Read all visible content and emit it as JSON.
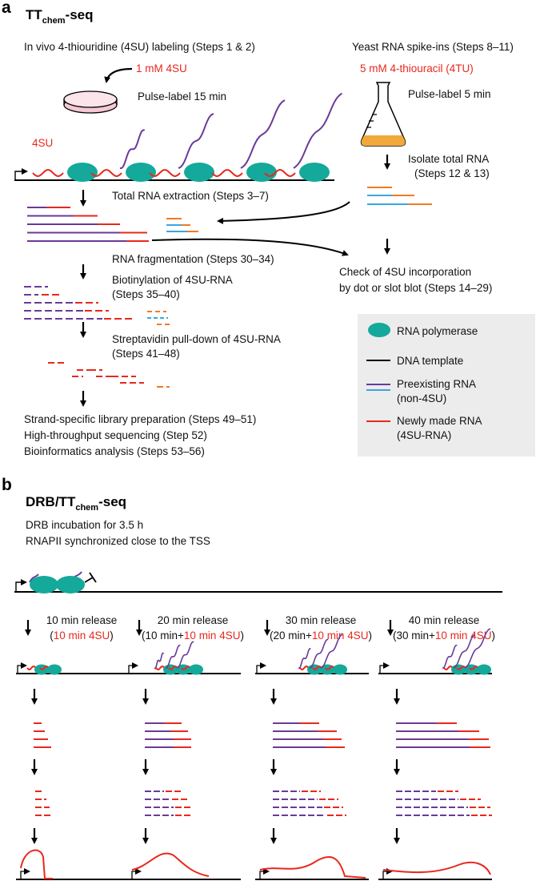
{
  "panel_a": {
    "letter": "a",
    "title_main": "TT",
    "title_sub": "chem",
    "title_suffix": "-seq",
    "left": {
      "heading": "In vivo 4-thiouridine (4SU) labeling (Steps 1 & 2)",
      "dose": "1 mM 4SU",
      "pulse": "Pulse-label 15 min",
      "label_4su": "4SU",
      "extraction": "Total RNA extraction (Steps 3–7)",
      "fragmentation": "RNA fragmentation (Steps 30–34)",
      "biotin_1": "Biotinylation of 4SU-RNA",
      "biotin_2": "(Steps 35–40)",
      "pulldown_1": "Streptavidin pull-down of 4SU-RNA",
      "pulldown_2": "(Steps 41–48)",
      "final_1": "Strand-specific library preparation (Steps 49–51)",
      "final_2": "High-throughput sequencing (Step 52)",
      "final_3": "Bioinformatics analysis (Steps 53–56)"
    },
    "right": {
      "heading": "Yeast RNA spike-ins (Steps 8–11)",
      "dose": "5 mM 4-thiouracil (4TU)",
      "pulse": "Pulse-label 5 min",
      "isolate_1": "Isolate total RNA",
      "isolate_2": "(Steps 12 & 13)",
      "check_1": "Check of 4SU incorporation",
      "check_2": "by dot or slot blot (Steps 14–29)"
    },
    "legend": {
      "polymerase": "RNA polymerase",
      "template": "DNA template",
      "preexisting_1": "Preexisting RNA",
      "preexisting_2": "(non-4SU)",
      "newly_1": "Newly made RNA",
      "newly_2": "(4SU-RNA)"
    }
  },
  "panel_b": {
    "letter": "b",
    "title_main": "DRB/TT",
    "title_sub": "chem",
    "title_suffix": "-seq",
    "line_1": "DRB incubation for 3.5 h",
    "line_2": "RNAPII synchronized close to the TSS",
    "columns": [
      {
        "release": "10 min release",
        "paren_open": "(",
        "pre": "",
        "red": "10 min 4SU",
        "paren_close": ")"
      },
      {
        "release": "20 min release",
        "paren_open": "(",
        "pre": "10 min+",
        "red": "10 min 4SU",
        "paren_close": ")"
      },
      {
        "release": "30 min release",
        "paren_open": "(",
        "pre": "20 min+",
        "red": "10 min 4SU",
        "paren_close": ")"
      },
      {
        "release": "40 min release",
        "paren_open": "(",
        "pre": "30 min+",
        "red": "10 min 4SU",
        "paren_close": ")"
      }
    ]
  },
  "colors": {
    "red": "#e8281e",
    "purple": "#6a3a99",
    "blue": "#3aa6dc",
    "orange": "#f07a22",
    "teal": "#14a99a",
    "legend_bg": "#ececec",
    "flask_liquid": "#f2a93b",
    "dish": "#f4c9d3"
  }
}
